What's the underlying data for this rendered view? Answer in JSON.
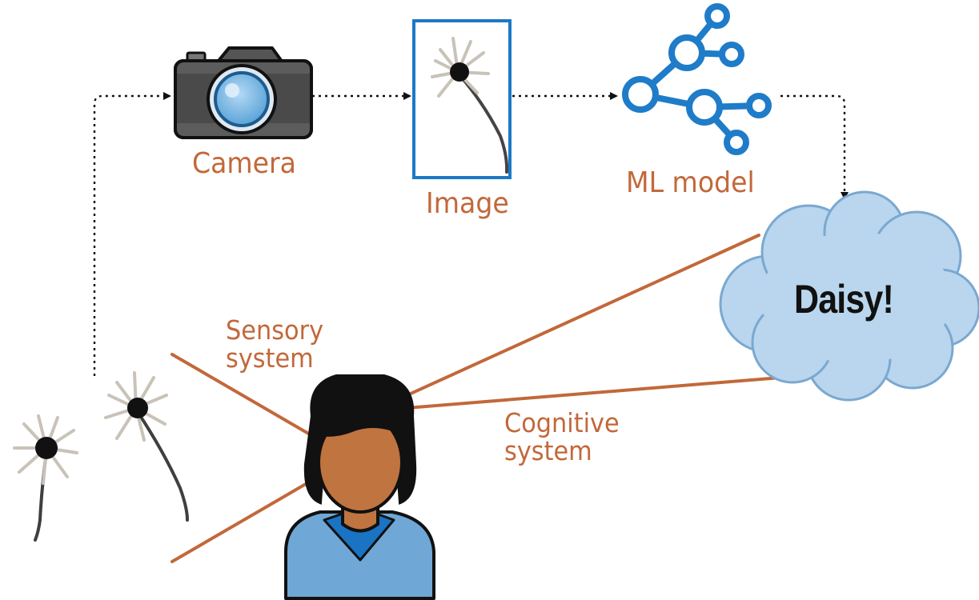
{
  "labels": {
    "camera": "Camera",
    "image": "Image",
    "ml_model": "ML model",
    "sensory": "Sensory\nsystem",
    "cognitive": "Cognitive\nsystem"
  },
  "thought": "Daisy!",
  "colors": {
    "label": "#c2683a",
    "line": "#c2683a",
    "ml_blue": "#1f7cc8",
    "cloud_fill": "#b9d6ee",
    "cloud_stroke": "#7aa8d0",
    "shirt": "#6fa8d6",
    "skin": "#c0743f",
    "hair": "#111111"
  },
  "icons": [
    "camera-icon",
    "flower-image",
    "ml-model-icon",
    "thought-cloud",
    "person-icon",
    "daisy-flower"
  ]
}
